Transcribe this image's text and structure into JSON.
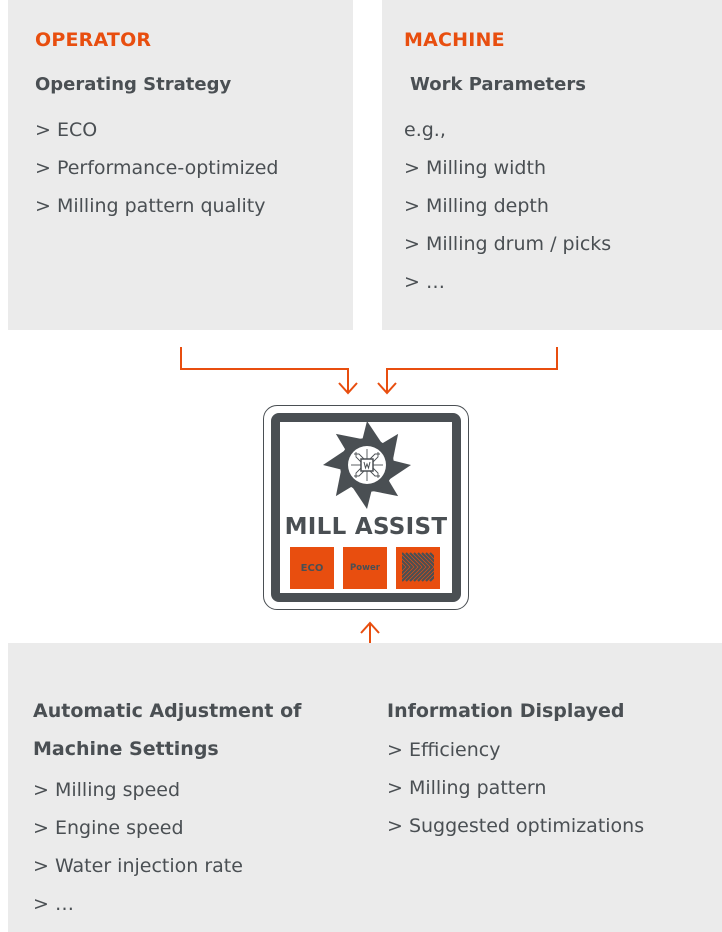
{
  "colors": {
    "accent": "#e84e0f",
    "text": "#4a4f53",
    "panel": "#ebebeb"
  },
  "operator": {
    "heading": "OPERATOR",
    "subheading": "Operating Strategy",
    "items": [
      "> ECO",
      "> Performance-optimized",
      "> Milling pattern quality"
    ]
  },
  "machine": {
    "heading": "MACHINE",
    "subheading": "Work Parameters",
    "items": [
      "e.g.,",
      "> Milling width",
      "> Milling depth",
      "> Milling drum / picks",
      "> …"
    ]
  },
  "badge": {
    "title": "MILL ASSIST",
    "logo_icon": "milling-drum-chip-icon",
    "modes": [
      "ECO",
      "Power"
    ],
    "pattern_icon": "milling-pattern-icon"
  },
  "adjustment": {
    "heading_line1": "Automatic Adjustment of",
    "heading_line2": "Machine Settings",
    "items": [
      "> Milling speed",
      "> Engine speed",
      "> Water injection rate",
      "> …"
    ]
  },
  "information": {
    "heading": "Information Displayed",
    "items": [
      "> Efficiency",
      "> Milling pattern",
      "> Suggested optimizations"
    ]
  }
}
